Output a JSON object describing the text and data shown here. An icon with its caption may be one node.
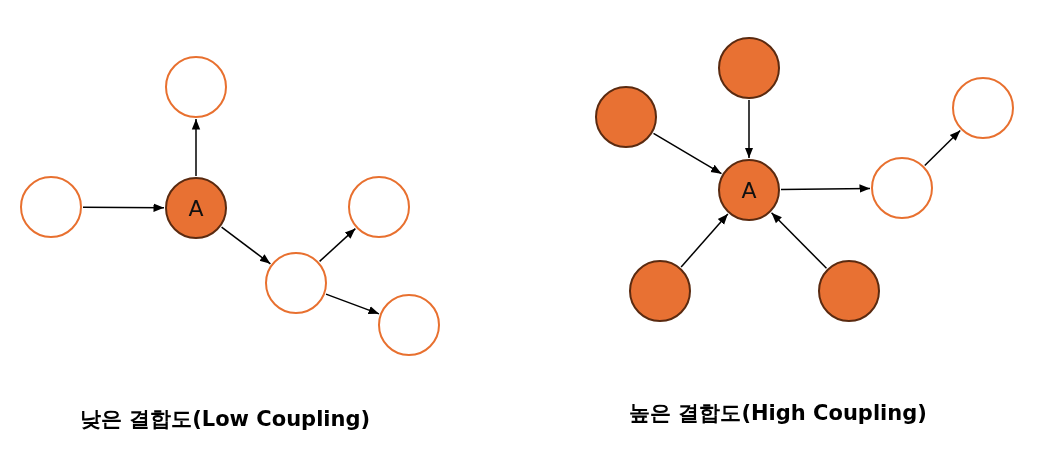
{
  "diagram": {
    "nodes": [
      {
        "text": [],
        "shape": "circle"
      },
      {
        "text": [
          "A"
        ]
      },
      {
        "text": [],
        "shape": "circle"
      },
      {
        "text": [],
        "shape": "circle"
      },
      {
        "text": [],
        "shape": "circle"
      },
      {
        "text": [],
        "shape": "circle"
      },
      {
        "text": [],
        "shape": "circle"
      },
      {
        "text": [],
        "shape": "circle"
      },
      {
        "text": [
          "A"
        ]
      },
      {
        "text": [],
        "shape": "circle"
      },
      {
        "text": [],
        "shape": "circle"
      },
      {
        "text": [],
        "shape": "circle"
      },
      {
        "text": [],
        "shape": "circle"
      }
    ],
    "edges": [
      {
        "from": 0,
        "to": 1,
        "arrow": "to"
      },
      {
        "from": 1,
        "to": 2,
        "arrow": "to"
      },
      {
        "from": 1,
        "to": 3,
        "arrow": "to"
      },
      {
        "from": 3,
        "to": 4,
        "arrow": "to"
      },
      {
        "from": 3,
        "to": 5,
        "arrow": "to"
      },
      {
        "from": 6,
        "to": 8,
        "arrow": "to"
      },
      {
        "from": 7,
        "to": 8,
        "arrow": "to"
      },
      {
        "from": 11,
        "to": 8,
        "arrow": "to"
      },
      {
        "from": 12,
        "to": 8,
        "arrow": "to"
      },
      {
        "from": 8,
        "to": 9,
        "arrow": "to"
      },
      {
        "from": 9,
        "to": 10,
        "arrow": "to"
      }
    ],
    "labels": [
      "낮은 결합도(Low Coupling)",
      "높은 결합도(High Coupling)"
    ]
  }
}
